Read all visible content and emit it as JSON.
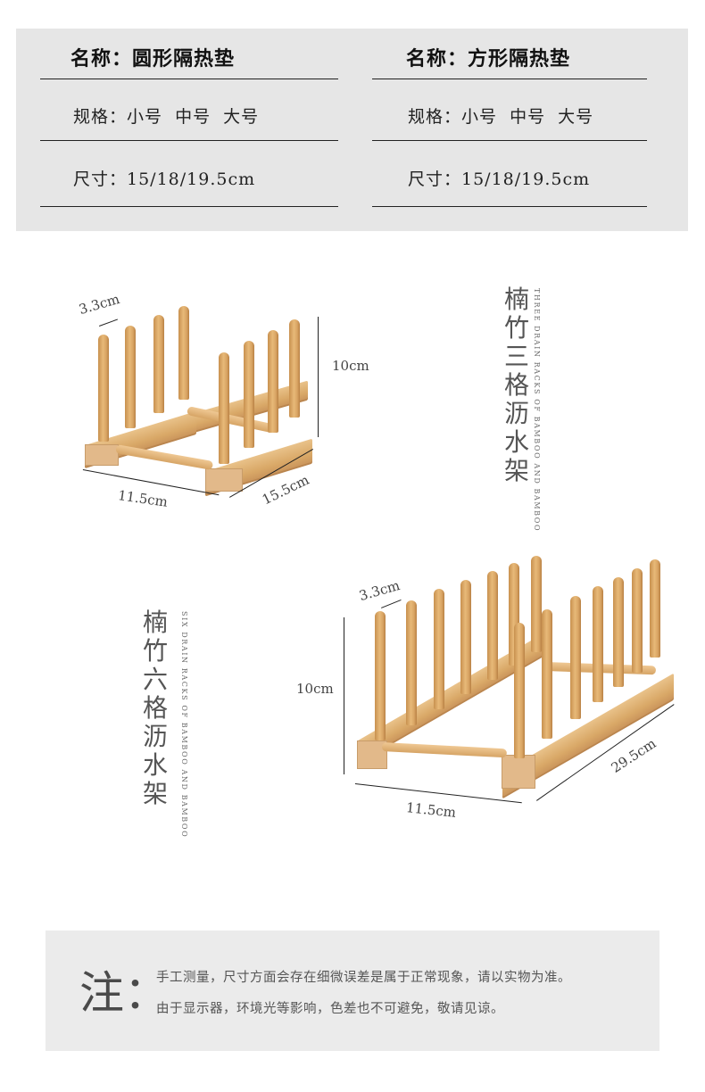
{
  "specs": [
    {
      "name_label": "名称：",
      "name_value": "圆形隔热垫",
      "spec_line": "规格：小号  中号  大号",
      "size_line": "尺寸：15/18/19.5cm"
    },
    {
      "name_label": "名称：",
      "name_value": "方形隔热垫",
      "spec_line": "规格：小号  中号  大号",
      "size_line": "尺寸：15/18/19.5cm"
    }
  ],
  "products": [
    {
      "title_cn": "楠竹三格沥水架",
      "title_en": "THREE DRAIN RACKS OF BAMBOO AND BAMBOO",
      "dimensions": {
        "peg_gap": "3.3cm",
        "height": "10cm",
        "width": "11.5cm",
        "length": "15.5cm"
      },
      "pegs_per_side": 4
    },
    {
      "title_cn": "楠竹六格沥水架",
      "title_en": "SIX DRAIN RACKS OF BAMBOO AND BAMBOO",
      "dimensions": {
        "peg_gap": "3.3cm",
        "height": "10cm",
        "width": "11.5cm",
        "length": "29.5cm"
      },
      "pegs_per_side": 7
    }
  ],
  "note": {
    "mark": "注：",
    "lines": [
      "手工测量，尺寸方面会存在细微误差是属于正常现象，请以实物为准。",
      "由于显示器，环境光等影响，色差也不可避免，敬请见谅。"
    ]
  },
  "colors": {
    "panel_bg": "#e6e6e6",
    "note_bg": "#ebebeb",
    "wood": "#dcaa6a"
  }
}
